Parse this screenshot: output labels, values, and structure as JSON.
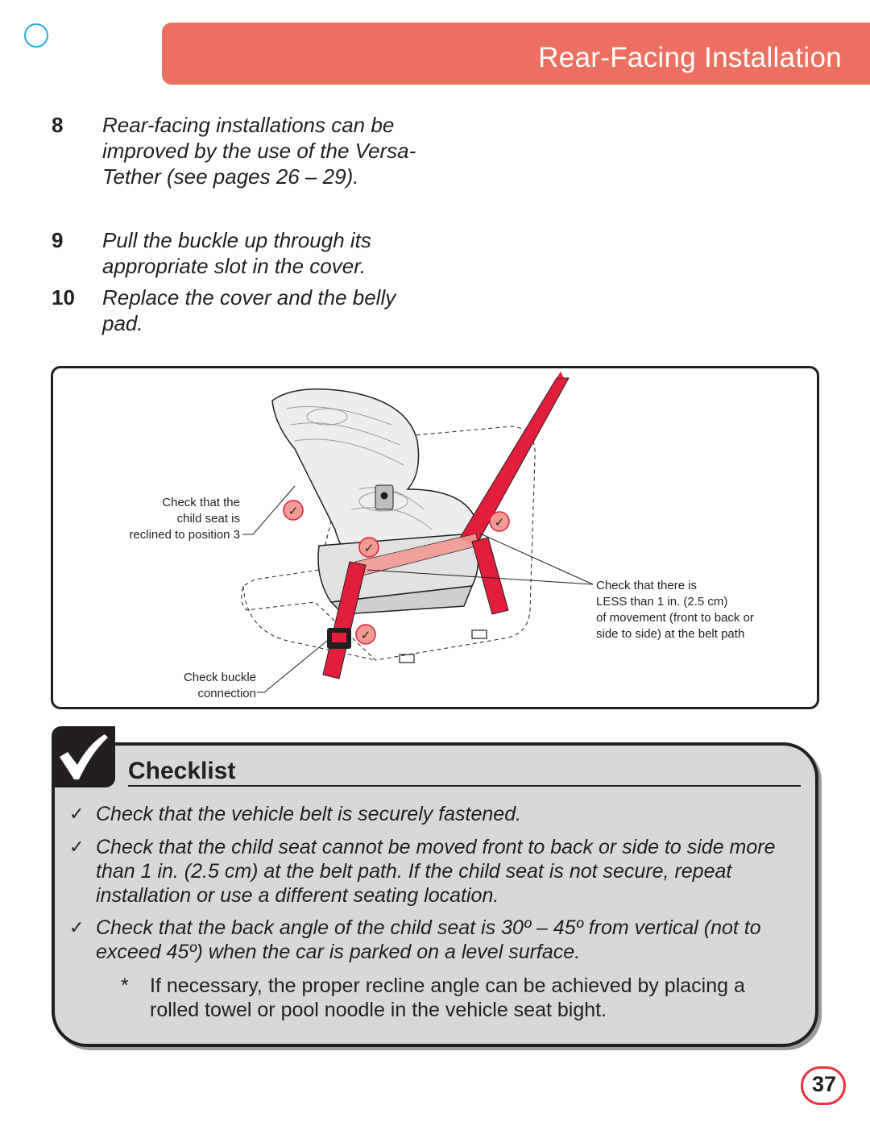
{
  "header": {
    "title": "Rear-Facing Installation"
  },
  "steps": [
    {
      "number": "8",
      "text": "Rear-facing installations can be improved by the use of the Versa-Tether (see pages 26 – 29)."
    },
    {
      "number": "9",
      "text": "Pull the buckle up through its appropriate slot in the cover."
    },
    {
      "number": "10",
      "text": "Replace the cover and the belly pad."
    }
  ],
  "figure": {
    "callouts": {
      "recline": [
        "Check that the",
        "child seat is",
        "reclined to position 3"
      ],
      "buckle": [
        "Check buckle",
        "connection"
      ],
      "movement": [
        "Check that there is",
        "LESS than 1 in. (2.5 cm)",
        "of movement (front to back or",
        "side to side) at the belt path"
      ]
    }
  },
  "checklist": {
    "title": "Checklist",
    "items": [
      "Check that the vehicle belt is securely fastened.",
      "Check that the child seat cannot be moved front to back or side to side more than 1 in. (2.5 cm) at the belt path. If the child seat is not secure, repeat installation or use a different seating location.",
      "Check that the back angle of the child seat is 30º – 45º from vertical (not to exceed 45º) when the car is parked on a level surface."
    ],
    "note_marker": "*",
    "note": "If necessary, the proper recline angle can be achieved by placing a rolled towel or pool noodle in the vehicle seat bight."
  },
  "page_number": "37",
  "colors": {
    "header": "#ec6f61",
    "belt": "#e31e3c",
    "accent_blue": "#27a9e1"
  }
}
